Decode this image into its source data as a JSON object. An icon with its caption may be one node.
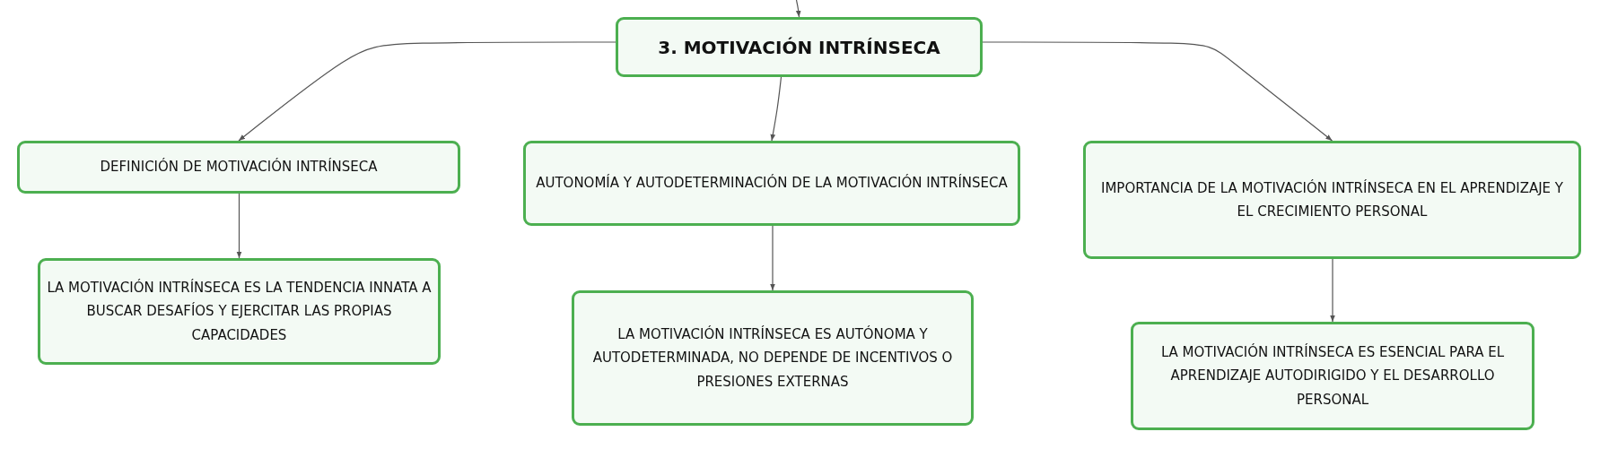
{
  "diagram": {
    "nodes": [
      {
        "text": [
          "3. MOTIVACIÓN INTRÍNSECA"
        ]
      },
      {
        "text": [
          "DEFINICIÓN DE MOTIVACIÓN INTRÍNSECA"
        ]
      },
      {
        "text": [
          "AUTONOMÍA Y AUTODETERMINACIÓN DE LA MOTIVACIÓN INTRÍNSECA"
        ]
      },
      {
        "text": [
          "IMPORTANCIA DE LA MOTIVACIÓN INTRÍNSECA EN EL APRENDIZAJE Y EL CRECIMIENTO PERSONAL"
        ]
      },
      {
        "text": [
          "LA MOTIVACIÓN INTRÍNSECA ES LA TENDENCIA INNATA A BUSCAR DESAFÍOS Y EJERCITAR LAS PROPIAS CAPACIDADES"
        ]
      },
      {
        "text": [
          "LA MOTIVACIÓN INTRÍNSECA ES AUTÓNOMA Y AUTODETERMINADA, NO DEPENDE DE INCENTIVOS O PRESIONES EXTERNAS"
        ]
      },
      {
        "text": [
          "LA MOTIVACIÓN INTRÍNSECA ES ESENCIAL PARA EL APRENDIZAJE AUTODIRIGIDO Y EL DESARROLLO PERSONAL"
        ]
      }
    ],
    "edges": [
      {
        "from": null,
        "to": 0,
        "arrow": "to"
      },
      {
        "from": 0,
        "to": 1,
        "arrow": "to"
      },
      {
        "from": 0,
        "to": 2,
        "arrow": "to"
      },
      {
        "from": 0,
        "to": 3,
        "arrow": "to"
      },
      {
        "from": 1,
        "to": 4,
        "arrow": "to"
      },
      {
        "from": 2,
        "to": 5,
        "arrow": "to"
      },
      {
        "from": 3,
        "to": 6,
        "arrow": "to"
      }
    ]
  }
}
